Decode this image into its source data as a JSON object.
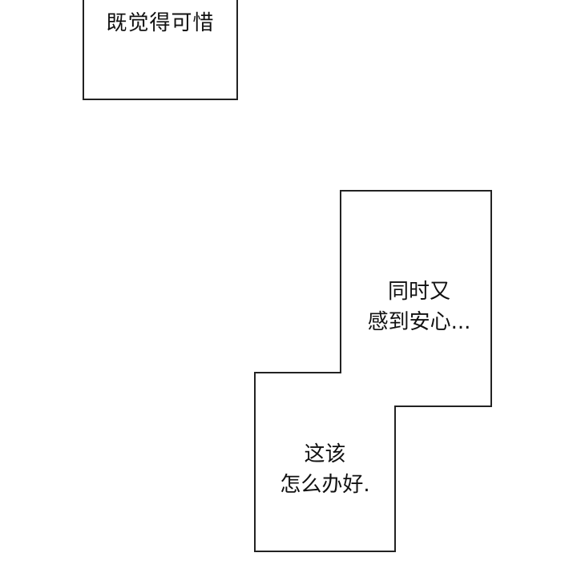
{
  "panels": [
    {
      "id": 1,
      "lines": [
        "既觉得可惜"
      ]
    },
    {
      "id": 2,
      "lines": [
        "同时又",
        "感到安心..."
      ]
    },
    {
      "id": 3,
      "lines": [
        "这该",
        "怎么办好."
      ]
    }
  ],
  "colors": {
    "background": "#ffffff",
    "border": "#222222",
    "text": "#111111"
  }
}
